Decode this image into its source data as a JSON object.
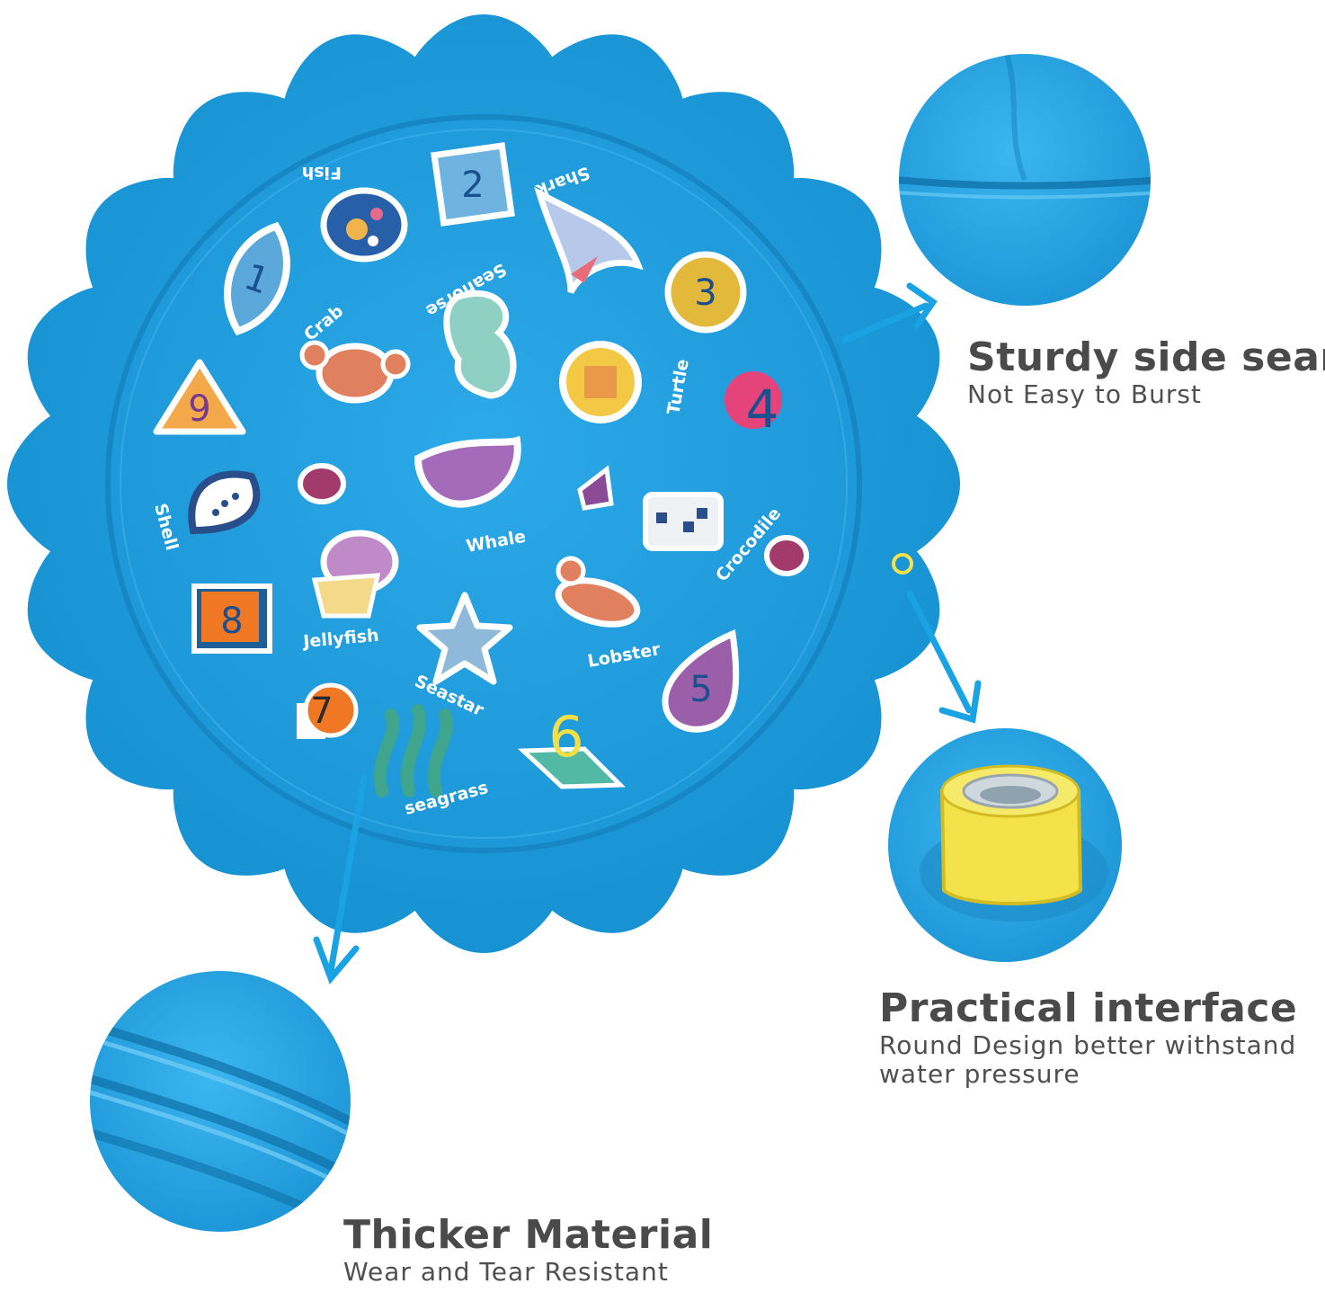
{
  "features": [
    {
      "title": "Sturdy side seam",
      "subtitle_lines": [
        "Not Easy to Burst"
      ]
    },
    {
      "title": "Practical interface",
      "subtitle_lines": [
        "Round Design better withstand",
        "water pressure"
      ]
    },
    {
      "title": "Thicker Material",
      "subtitle_lines": [
        "Wear and Tear Resistant"
      ]
    }
  ],
  "mat_labels": {
    "fish": "Fish",
    "shark": "Shark",
    "seahorse": "Seahorse",
    "crab": "Crab",
    "turtle": "Turtle",
    "shell": "Shell",
    "whale": "Whale",
    "crocodile": "Crocodile",
    "jellyfish": "Jellyfish",
    "lobster": "Lobster",
    "seastar": "Seastar",
    "seagrass": "seagrass"
  },
  "numbers": [
    "1",
    "2",
    "3",
    "4",
    "5",
    "6",
    "7",
    "8",
    "9"
  ],
  "colors": {
    "mat_blue": "#1f9ad8",
    "mat_inner": "#2aa3e2",
    "arrow": "#1aa3e3",
    "nozzle_yellow": "#f4e24a",
    "text": "#4a4a4a"
  }
}
